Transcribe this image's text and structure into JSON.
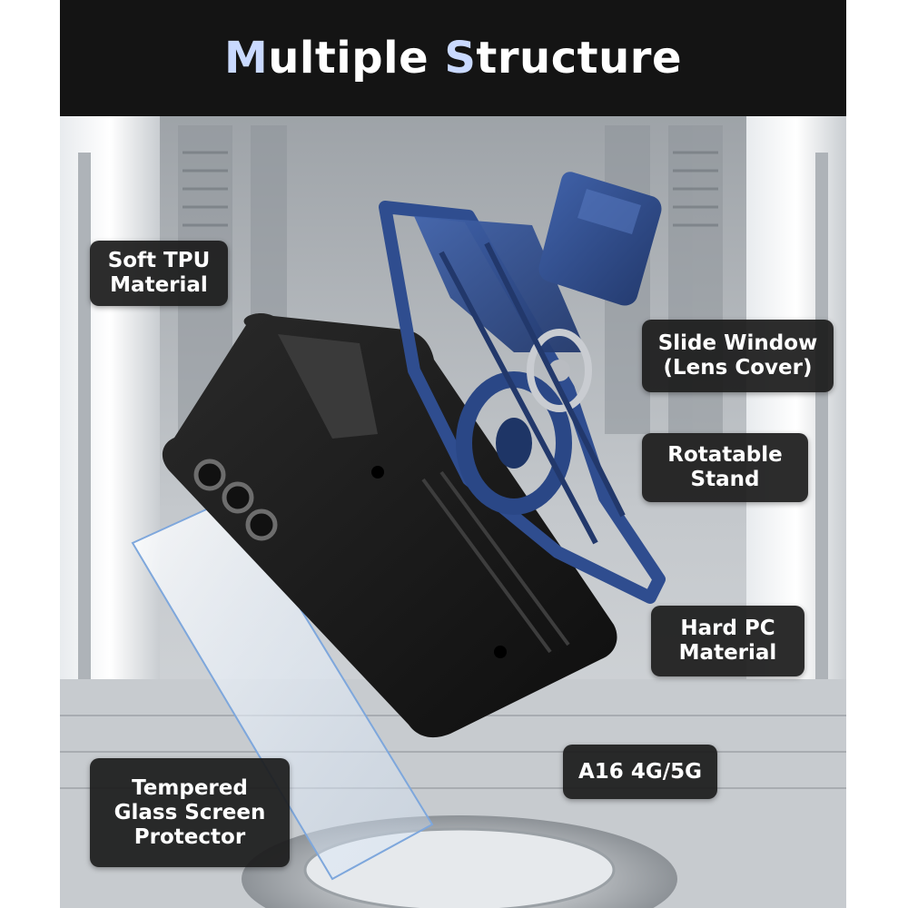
{
  "header": {
    "title_first_accent": "M",
    "title_first_rest": "ultiple ",
    "title_second_accent": "S",
    "title_second_rest": "tructure",
    "accent_color": "#c9d9ff"
  },
  "labels": {
    "soft_tpu": [
      "Soft TPU",
      "Material"
    ],
    "slide_window": [
      "Slide Window",
      "(Lens Cover)"
    ],
    "rotatable_stand": [
      "Rotatable",
      "Stand"
    ],
    "hard_pc": [
      "Hard PC",
      "Material"
    ],
    "model": [
      "A16 4G/5G"
    ],
    "tempered_glass": [
      "Tempered",
      "Glass Screen",
      "Protector"
    ]
  },
  "colors": {
    "case_blue": "#2f4d8f",
    "inner_black": "#1a1a1a",
    "background_metal": "#b8bcc0"
  }
}
